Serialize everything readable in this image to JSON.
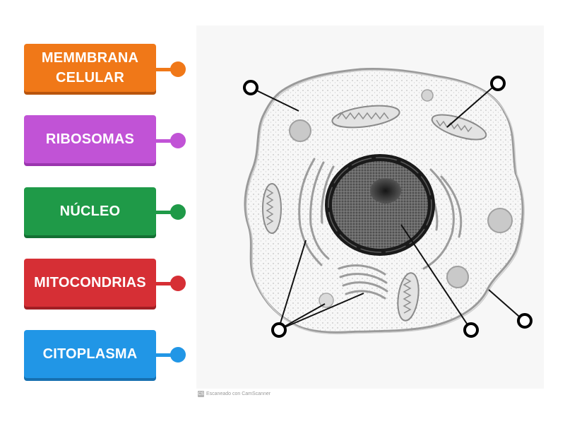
{
  "labels": [
    {
      "text": "MEMMBRANA\nCELULAR",
      "color": "#f07818"
    },
    {
      "text": "RIBOSOMAS",
      "color": "#c153d6"
    },
    {
      "text": "NÚCLEO",
      "color": "#1f9a48"
    },
    {
      "text": "MITOCONDRIAS",
      "color": "#d62f35"
    },
    {
      "text": "CITOPLASMA",
      "color": "#2196e6"
    }
  ],
  "watermark": {
    "logo": "CS",
    "text": "Escaneado con CamScanner"
  }
}
